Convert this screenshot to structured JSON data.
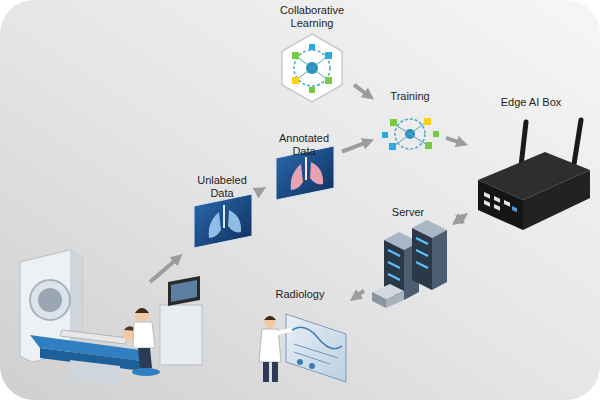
{
  "diagram": {
    "nodes": [
      {
        "text": [
          "Collaborative Learning"
        ]
      },
      {
        "text": [
          "Training"
        ]
      },
      {
        "text": [
          "Annotated Data"
        ]
      },
      {
        "text": [
          "Edge AI Box"
        ]
      },
      {
        "text": [
          "Unlabeled Data"
        ]
      },
      {
        "text": [
          "Server"
        ]
      },
      {
        "text": [
          "Radiology"
        ]
      }
    ],
    "edges": [
      {
        "from": 4,
        "to": 2,
        "arrow": "to"
      },
      {
        "from": 2,
        "to": 1,
        "arrow": "to"
      },
      {
        "from": 0,
        "to": 1,
        "arrow": "to"
      },
      {
        "from": 1,
        "to": 3,
        "arrow": "to"
      },
      {
        "from": 5,
        "to": 3,
        "arrow": "both"
      },
      {
        "from": 5,
        "to": 6,
        "arrow": "to"
      }
    ]
  }
}
